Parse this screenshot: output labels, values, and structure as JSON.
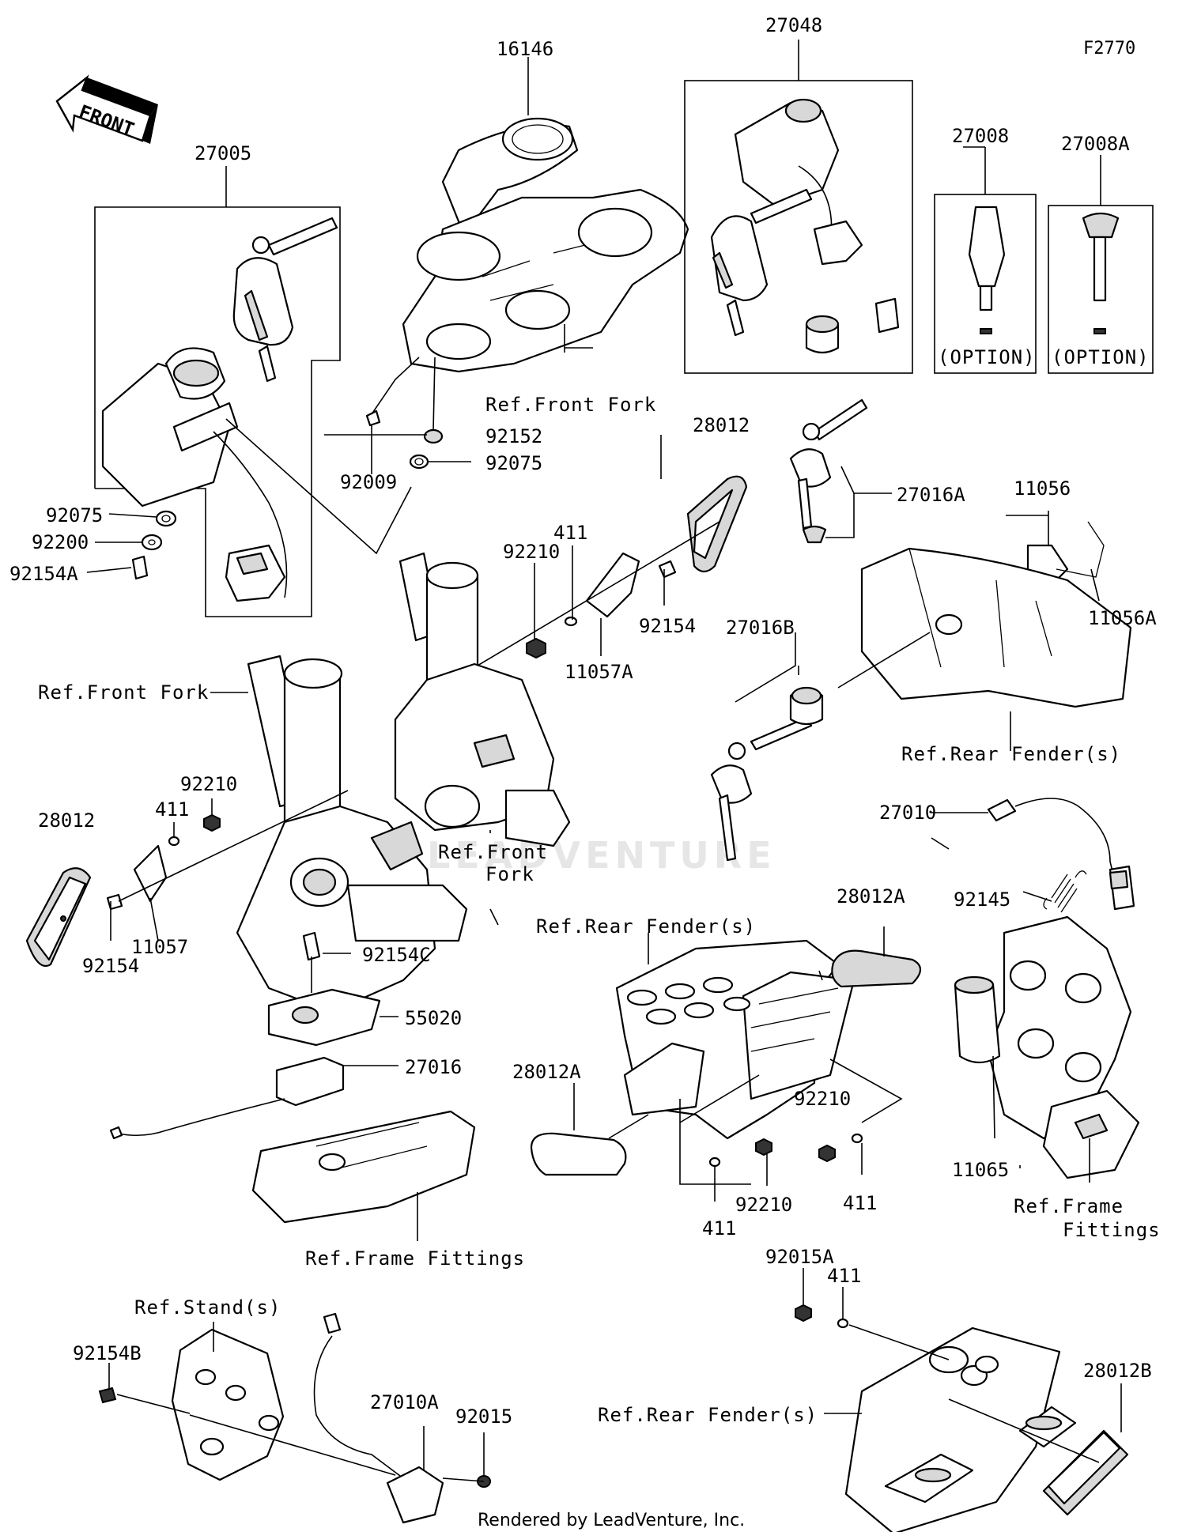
{
  "diagram": {
    "code": "F2770",
    "credit": "Rendered by LeadVenture, Inc.",
    "watermark": "LEADVENTURE",
    "front_arrow_label": "FRONT",
    "labels": {
      "p16146": "16146",
      "p27048": "27048",
      "p27008": "27008",
      "p27008A": "27008A",
      "p27005": "27005",
      "p92152": "92152",
      "p92009": "92009",
      "p92075a": "92075",
      "p92075b": "92075",
      "p92200": "92200",
      "p92154A": "92154A",
      "p28012a": "28012",
      "p411a": "411",
      "p92210a": "92210",
      "p92154a": "92154",
      "p11057A": "11057A",
      "p27016A": "27016A",
      "p11056": "11056",
      "p11056A": "11056A",
      "p27016B": "27016B",
      "p92210b": "92210",
      "p411b": "411",
      "p28012b": "28012",
      "p92154b": "92154",
      "p11057": "11057",
      "p27010": "27010",
      "p92145": "92145",
      "p28012A_a": "28012A",
      "p92154C": "92154C",
      "p55020": "55020",
      "p27016": "27016",
      "p28012A_b": "28012A",
      "p92210c": "92210",
      "p92210d": "92210",
      "p411c": "411",
      "p411d": "411",
      "p11065": "11065",
      "p92015A": "92015A",
      "p411e": "411",
      "p92154B": "92154B",
      "p27010A": "27010A",
      "p92015": "92015",
      "p28012B": "28012B"
    },
    "options": {
      "opt1": "(OPTION)",
      "opt2": "(OPTION)"
    },
    "refs": {
      "front_fork_1": "Ref.Front Fork",
      "front_fork_2": "Ref.Front Fork",
      "front_fork_3a": "Ref.Front",
      "front_fork_3b": "Fork",
      "rear_fender_1": "Ref.Rear Fender(s)",
      "rear_fender_2": "Ref.Rear Fender(s)",
      "rear_fender_3": "Ref.Rear Fender(s)",
      "frame_fittings_1": "Ref.Frame Fittings",
      "frame_fittings_2a": "Ref.Frame",
      "frame_fittings_2b": "Fittings",
      "stands": "Ref.Stand(s)"
    }
  }
}
